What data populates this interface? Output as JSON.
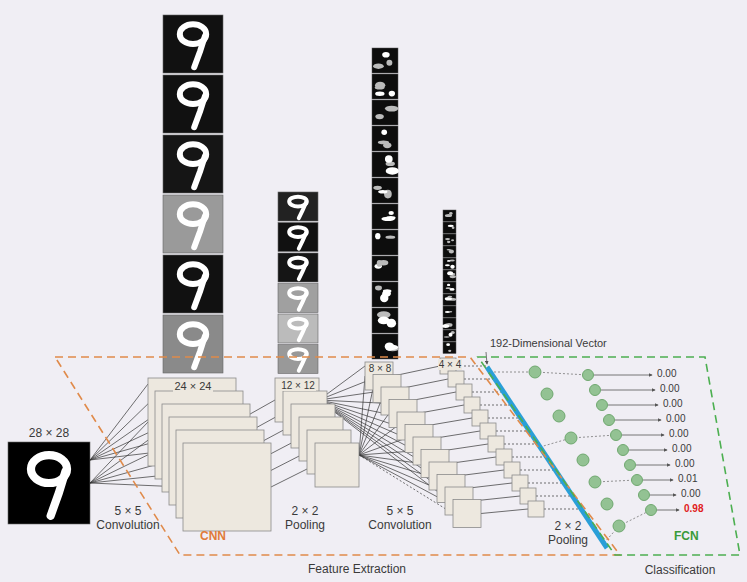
{
  "diagram": {
    "nodes": [
      {
        "text": [
          "CNN"
        ]
      },
      {
        "text": [
          "FCN"
        ]
      }
    ],
    "labels": [
      "28 × 28",
      "5 × 5 Convolution",
      "24 × 24",
      "2 × 2 Pooling",
      "12 × 12",
      "5 × 5 Convolution",
      "8 × 8",
      "4 × 4",
      "2 × 2 Pooling",
      "192-Dimensional Vector",
      "0.00",
      "0.00",
      "0.00",
      "0.00",
      "0.00",
      "0.00",
      "0.00",
      "0.01",
      "0.00",
      "0.98",
      "Feature Extraction",
      "Classification"
    ]
  }
}
